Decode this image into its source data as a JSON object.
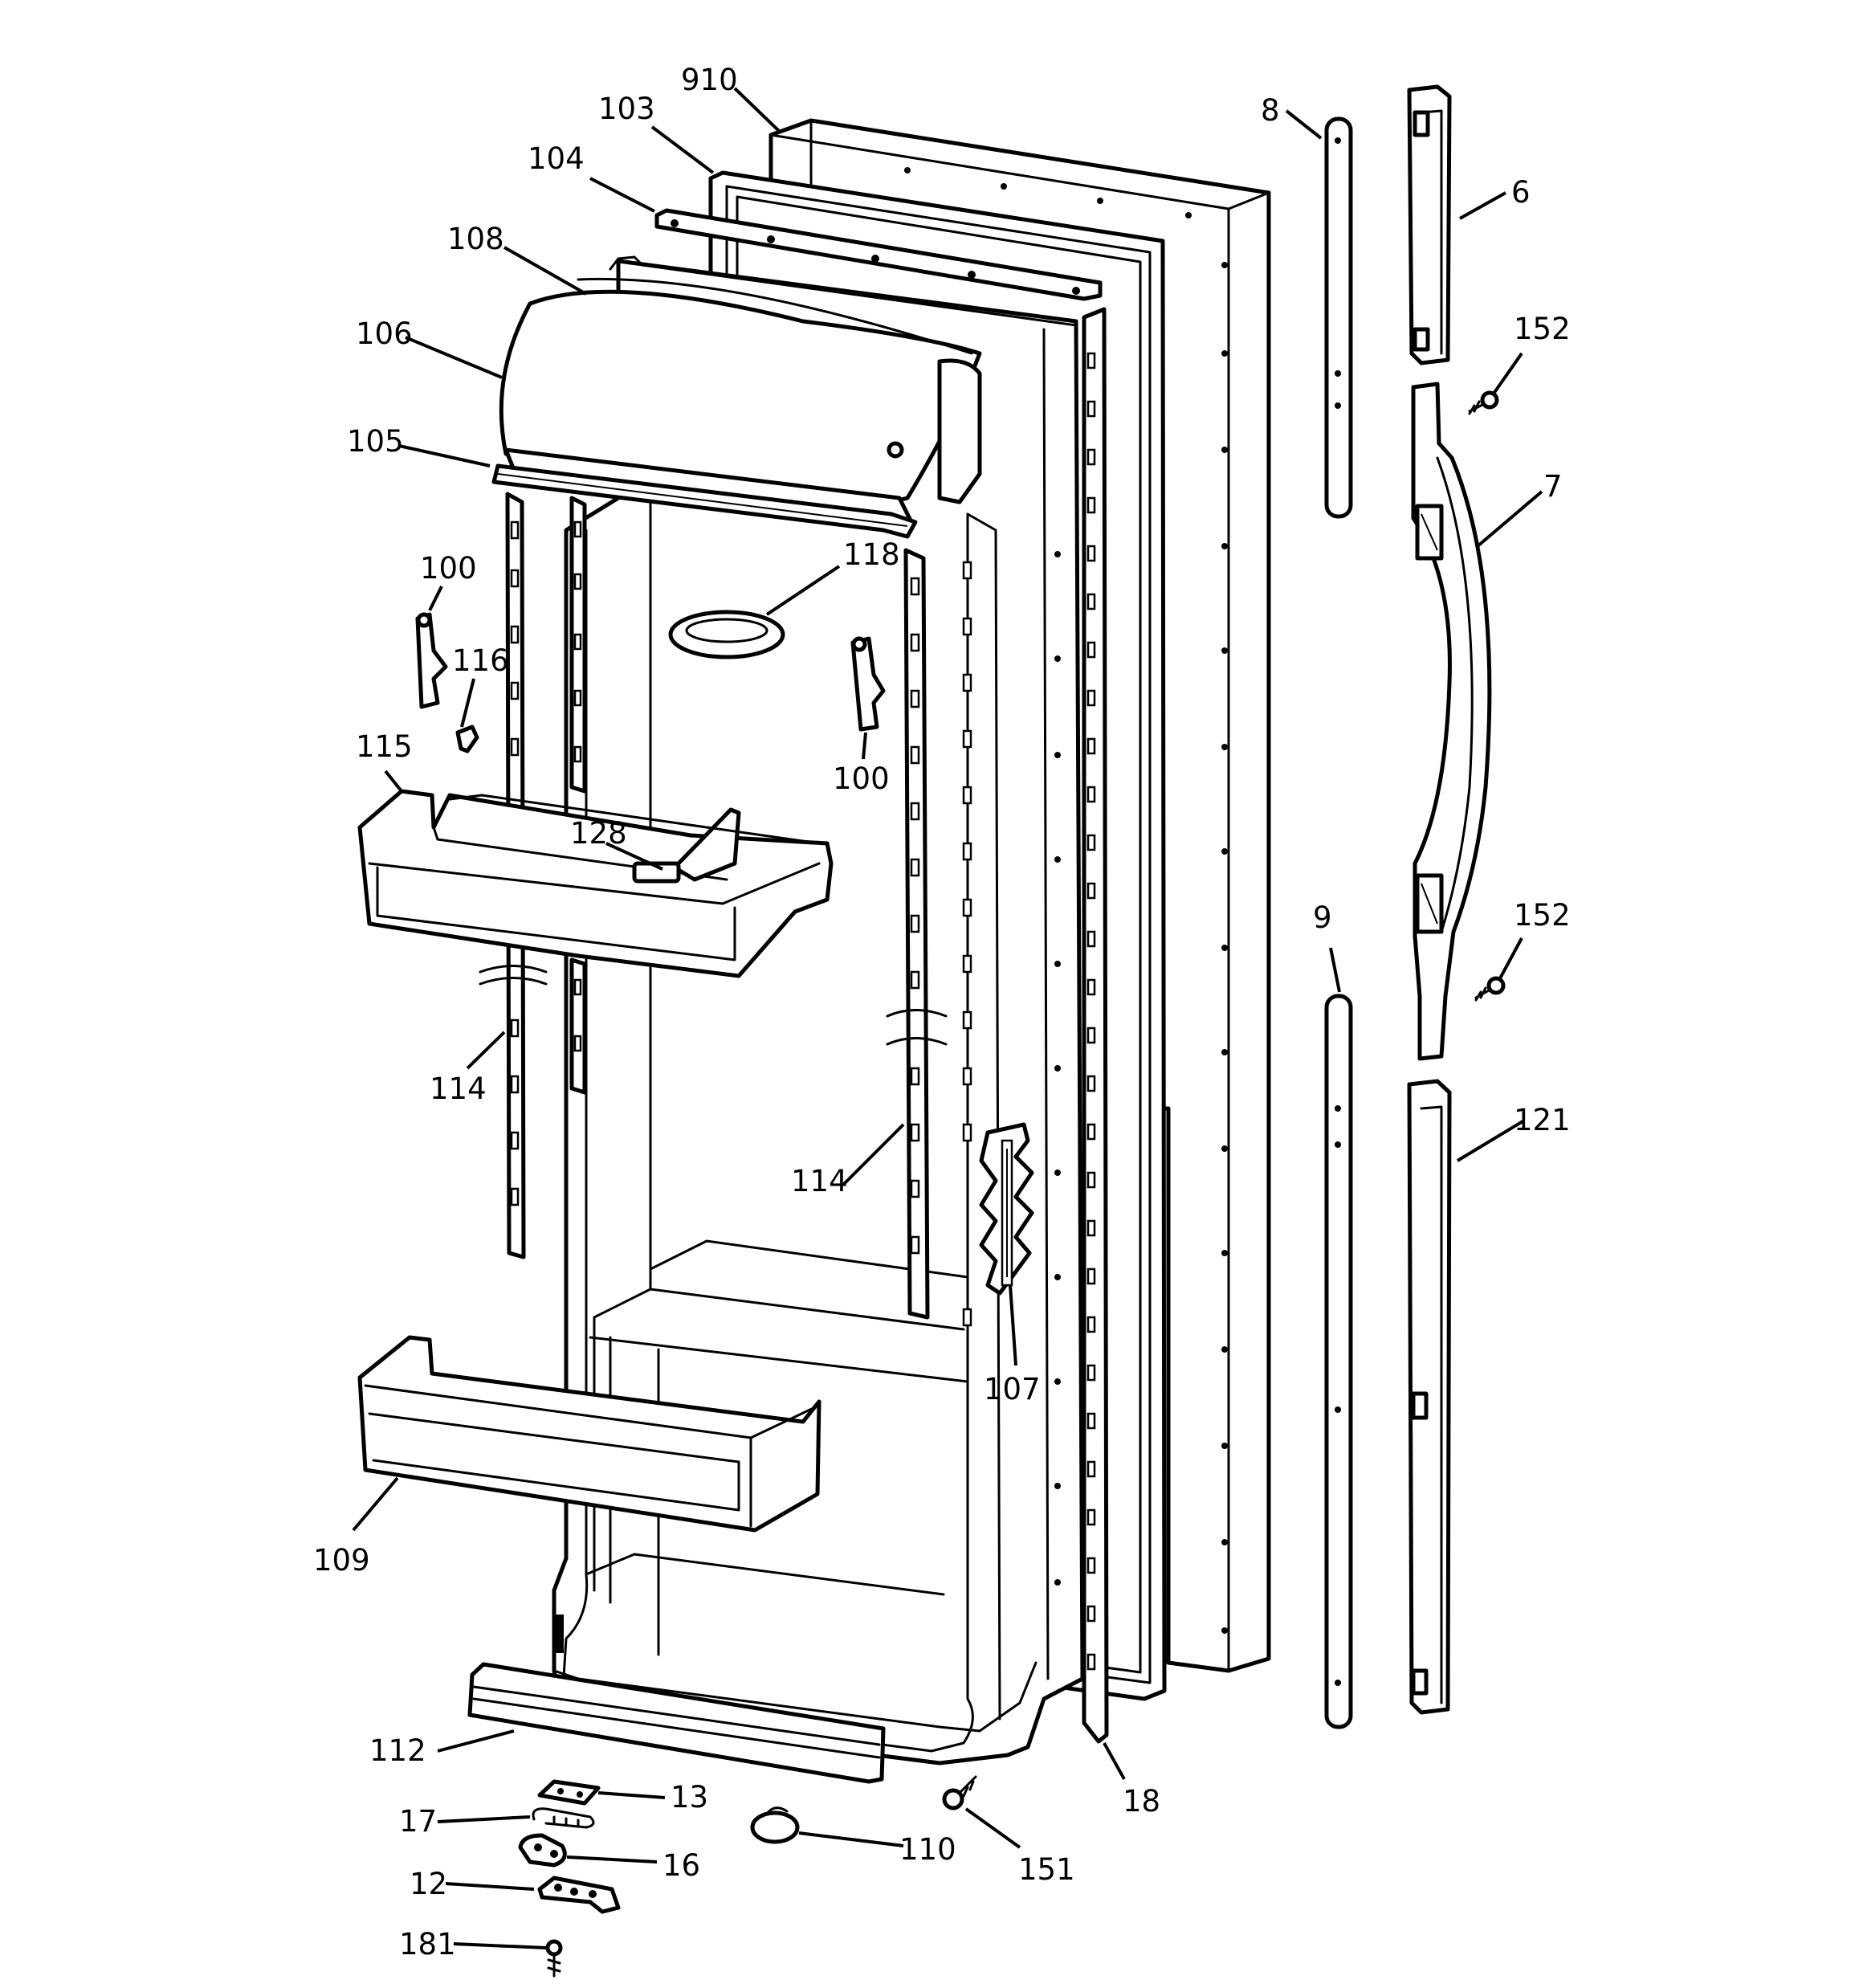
{
  "diagram": {
    "callouts": {
      "c910": "910",
      "c103": "103",
      "c104": "104",
      "c108": "108",
      "c106": "106",
      "c105": "105",
      "c100a": "100",
      "c116": "116",
      "c118": "118",
      "c100b": "100",
      "c115": "115",
      "c128": "128",
      "c114a": "114",
      "c114b": "114",
      "c107": "107",
      "c109": "109",
      "c112": "112",
      "c13": "13",
      "c17": "17",
      "c16": "16",
      "c12": "12",
      "c181": "181",
      "c110": "110",
      "c151": "151",
      "c18": "18",
      "c8": "8",
      "c6": "6",
      "c152a": "152",
      "c7": "7",
      "c152b": "152",
      "c9": "9",
      "c121": "121"
    }
  }
}
